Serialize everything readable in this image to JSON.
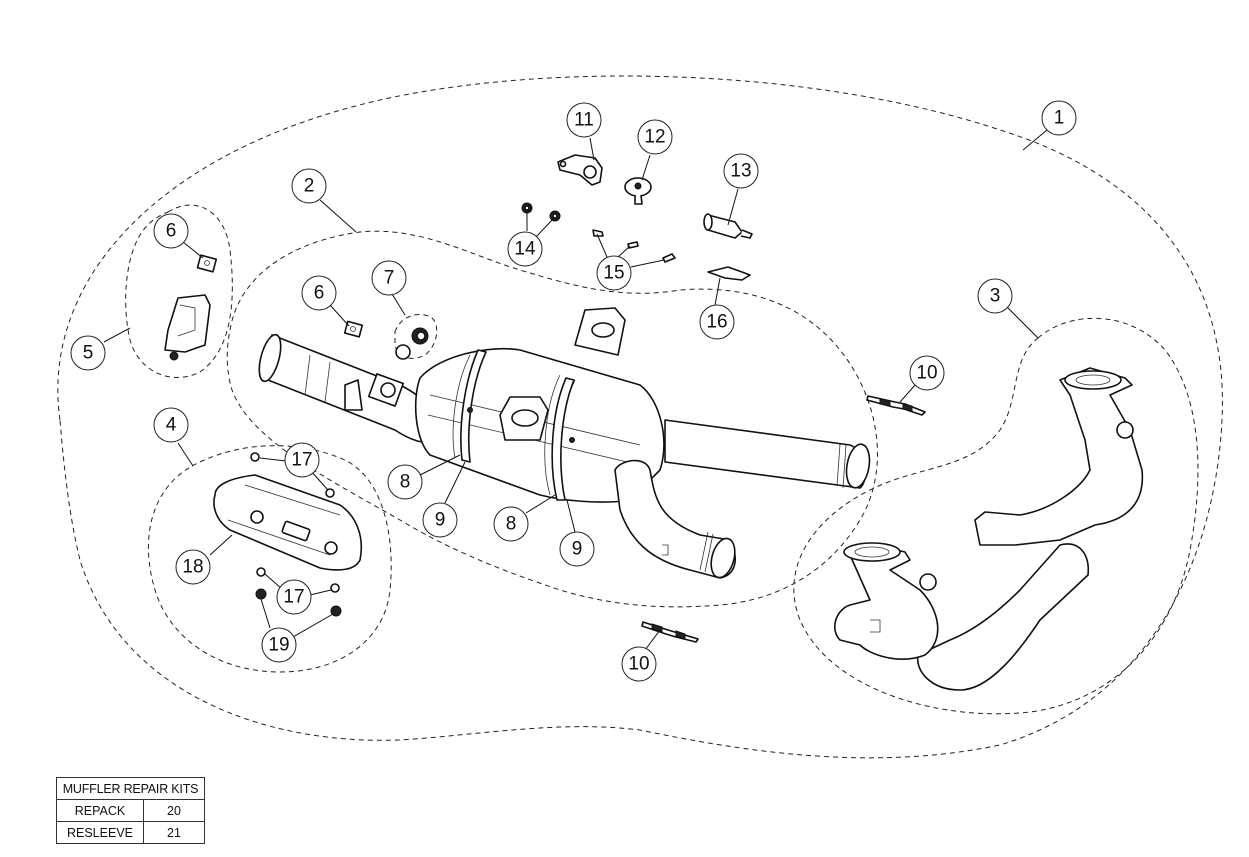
{
  "diagram": {
    "title": "Exhaust system exploded parts diagram",
    "callouts": [
      {
        "id": "1",
        "label": "1",
        "part": "complete exhaust system"
      },
      {
        "id": "2",
        "label": "2",
        "part": "muffler assembly"
      },
      {
        "id": "3",
        "label": "3",
        "part": "header pipes"
      },
      {
        "id": "4",
        "label": "4",
        "part": "heat shield kit"
      },
      {
        "id": "5",
        "label": "5",
        "part": "bracket kit"
      },
      {
        "id": "6a",
        "label": "6",
        "part": "clip nut"
      },
      {
        "id": "6b",
        "label": "6",
        "part": "clip nut"
      },
      {
        "id": "7",
        "label": "7",
        "part": "sensor plug kit"
      },
      {
        "id": "8a",
        "label": "8",
        "part": "band clamp"
      },
      {
        "id": "8b",
        "label": "8",
        "part": "band clamp"
      },
      {
        "id": "9a",
        "label": "9",
        "part": "band screw"
      },
      {
        "id": "9b",
        "label": "9",
        "part": "band screw"
      },
      {
        "id": "10a",
        "label": "10",
        "part": "spring"
      },
      {
        "id": "10b",
        "label": "10",
        "part": "spring"
      },
      {
        "id": "11",
        "label": "11",
        "part": "mounting bracket"
      },
      {
        "id": "12",
        "label": "12",
        "part": "rubber grommet"
      },
      {
        "id": "13",
        "label": "13",
        "part": "spacer"
      },
      {
        "id": "14",
        "label": "14",
        "part": "washers"
      },
      {
        "id": "15",
        "label": "15",
        "part": "screws"
      },
      {
        "id": "16",
        "label": "16",
        "part": "spring tool"
      },
      {
        "id": "17a",
        "label": "17",
        "part": "washers"
      },
      {
        "id": "17b",
        "label": "17",
        "part": "washers"
      },
      {
        "id": "18",
        "label": "18",
        "part": "heat shield"
      },
      {
        "id": "19",
        "label": "19",
        "part": "nuts"
      }
    ]
  },
  "repair_kits": {
    "title": "MUFFLER REPAIR KITS",
    "rows": [
      {
        "name": "REPACK",
        "number": "20"
      },
      {
        "name": "RESLEEVE",
        "number": "21"
      }
    ]
  }
}
